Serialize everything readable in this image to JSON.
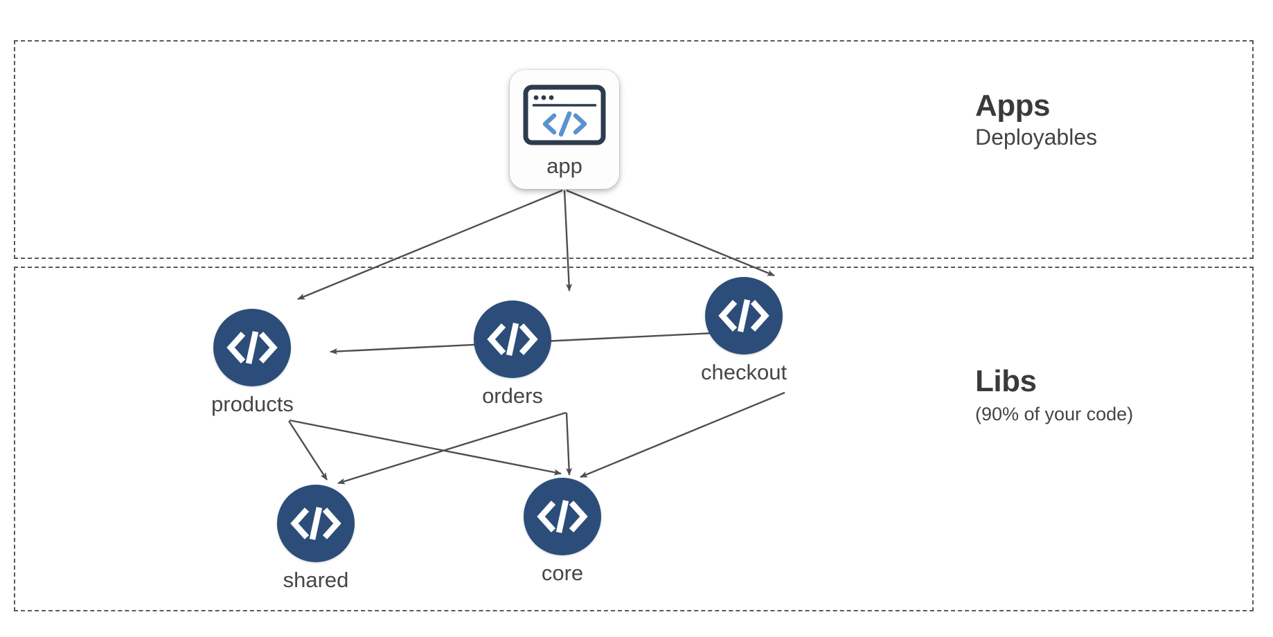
{
  "diagram": {
    "type": "dependency-graph",
    "zones": [
      {
        "id": "apps",
        "title": "Apps",
        "subtitle": "Deployables",
        "border_style": "dashed",
        "border_color": "#58585c"
      },
      {
        "id": "libs",
        "title": "Libs",
        "subtitle": "(90% of your code)",
        "border_style": "dashed",
        "border_color": "#58585c"
      }
    ],
    "nodes": [
      {
        "id": "app",
        "label": "app",
        "zone": "apps",
        "shape": "rounded-card",
        "icon": "browser-code-icon",
        "icon_accent": "#5b92cf",
        "icon_outline": "#2e3b4e",
        "fill": "#fdfdfd"
      },
      {
        "id": "products",
        "label": "products",
        "zone": "libs",
        "shape": "circle",
        "icon": "code-brackets-icon",
        "fill": "#2c4d79"
      },
      {
        "id": "orders",
        "label": "orders",
        "zone": "libs",
        "shape": "circle",
        "icon": "code-brackets-icon",
        "fill": "#2c4d79"
      },
      {
        "id": "checkout",
        "label": "checkout",
        "zone": "libs",
        "shape": "circle",
        "icon": "code-brackets-icon",
        "fill": "#2c4d79"
      },
      {
        "id": "shared",
        "label": "shared",
        "zone": "libs",
        "shape": "circle",
        "icon": "code-brackets-icon",
        "fill": "#2c4d79"
      },
      {
        "id": "core",
        "label": "core",
        "zone": "libs",
        "shape": "circle",
        "icon": "code-brackets-icon",
        "fill": "#2c4d79"
      }
    ],
    "edges": [
      {
        "from": "app",
        "to": "products"
      },
      {
        "from": "app",
        "to": "orders"
      },
      {
        "from": "app",
        "to": "checkout"
      },
      {
        "from": "orders",
        "to": "products"
      },
      {
        "from": "products",
        "to": "shared"
      },
      {
        "from": "products",
        "to": "core"
      },
      {
        "from": "orders",
        "to": "shared"
      },
      {
        "from": "orders",
        "to": "core"
      },
      {
        "from": "checkout",
        "to": "core"
      }
    ],
    "edge_color": "#4e4e52",
    "background": "#ffffff",
    "label_color": "#45454a"
  }
}
